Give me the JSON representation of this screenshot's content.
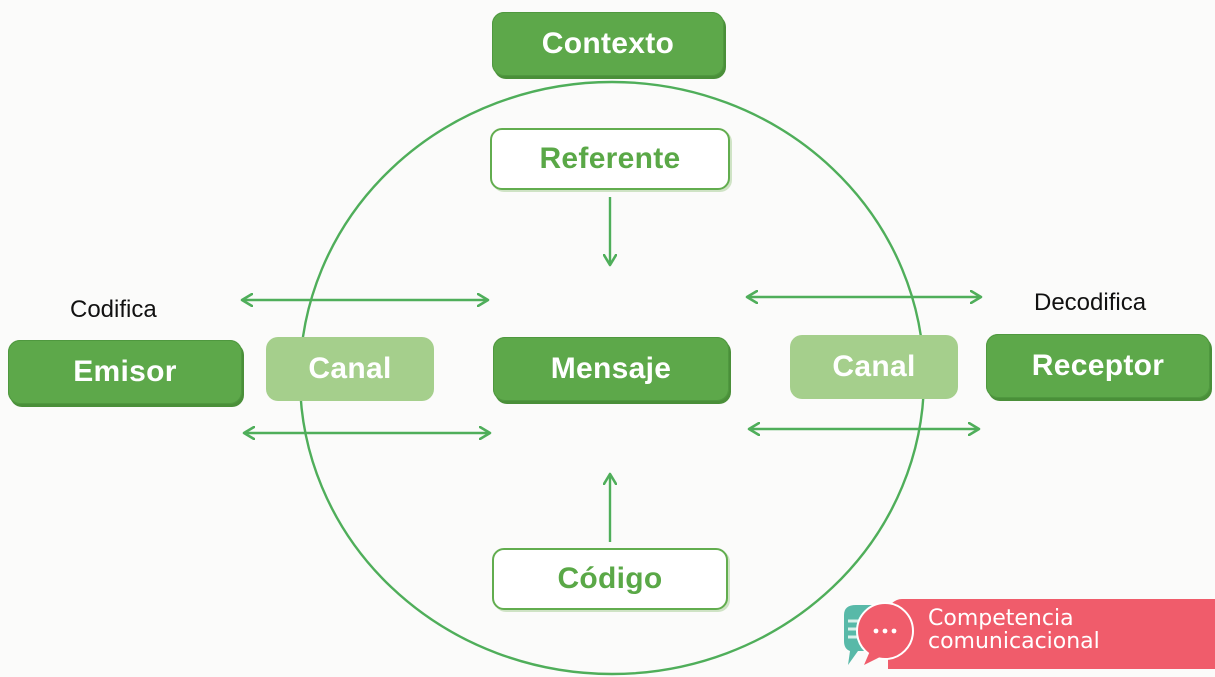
{
  "diagram": {
    "contexto": "Contexto",
    "referente": "Referente",
    "emisor": "Emisor",
    "canal_izq": "Canal",
    "mensaje": "Mensaje",
    "canal_der": "Canal",
    "receptor": "Receptor",
    "codigo": "Código",
    "codifica": "Codifica",
    "decodifica": "Decodifica"
  },
  "badge": {
    "line1": "Competencia",
    "line2": "comunicacional"
  },
  "colors": {
    "green_dark": "#5da84a",
    "green_light": "#a5cf8c",
    "line_green": "#4fae5a",
    "badge_red": "#f05c6b",
    "badge_teal": "#58b9a8"
  }
}
